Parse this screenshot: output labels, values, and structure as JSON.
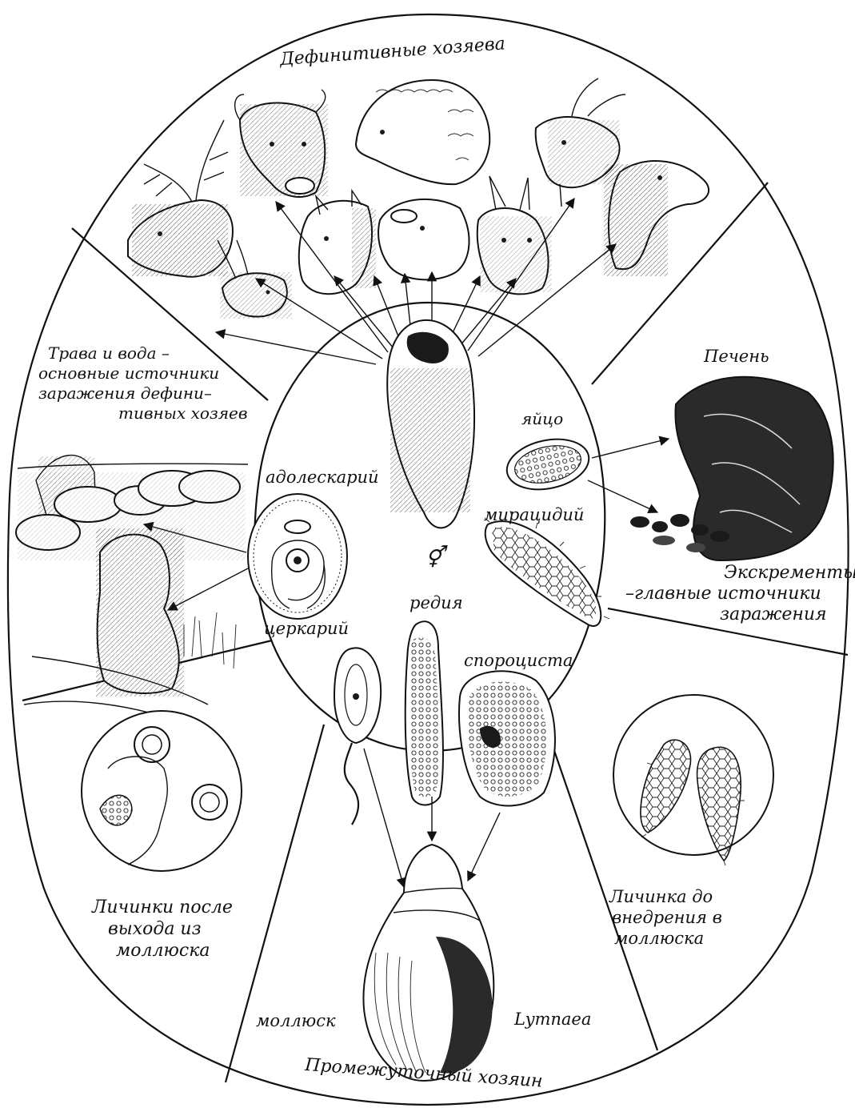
{
  "labels": {
    "definitive_hosts": "Дефинитивные хозяева",
    "grass_water_1": "Трава и вода –",
    "grass_water_2": "основные источники",
    "grass_water_3": "заражения дефини–",
    "grass_water_4": "тивных хозяев",
    "liver": "Печень",
    "egg": "яйцо",
    "adolescaria": "адолескарий",
    "miracidium": "мирацидий",
    "cercaria": "церкарий",
    "redia": "редия",
    "sporocyst": "спороциста",
    "sex_symbol": "⚥",
    "excrement_1": "Экскременты",
    "excrement_2": "–главные источники",
    "excrement_3": "заражения",
    "larvae_after_1": "Личинки после",
    "larvae_after_2": "выхода из",
    "larvae_after_3": "моллюска",
    "larva_before_1": "Личинка до",
    "larva_before_2": "внедрения в",
    "larva_before_3": "моллюска",
    "mollusc": "моллюск",
    "lymnaea": "Lymnaea",
    "intermediate_host": "Промежуточный хозяин"
  },
  "colors": {
    "ink": "#111111",
    "paper": "#ffffff"
  },
  "icons": {
    "hosts": [
      "deer-head-icon",
      "cow-head-icon",
      "sheep-head-icon",
      "goat-head-icon",
      "camel-head-icon",
      "horse-head-icon",
      "pig-head-icon",
      "donkey-head-icon",
      "rabbit-head-icon"
    ],
    "fluke": "adult-fluke-icon",
    "snail": "lymnaea-snail-icon"
  }
}
